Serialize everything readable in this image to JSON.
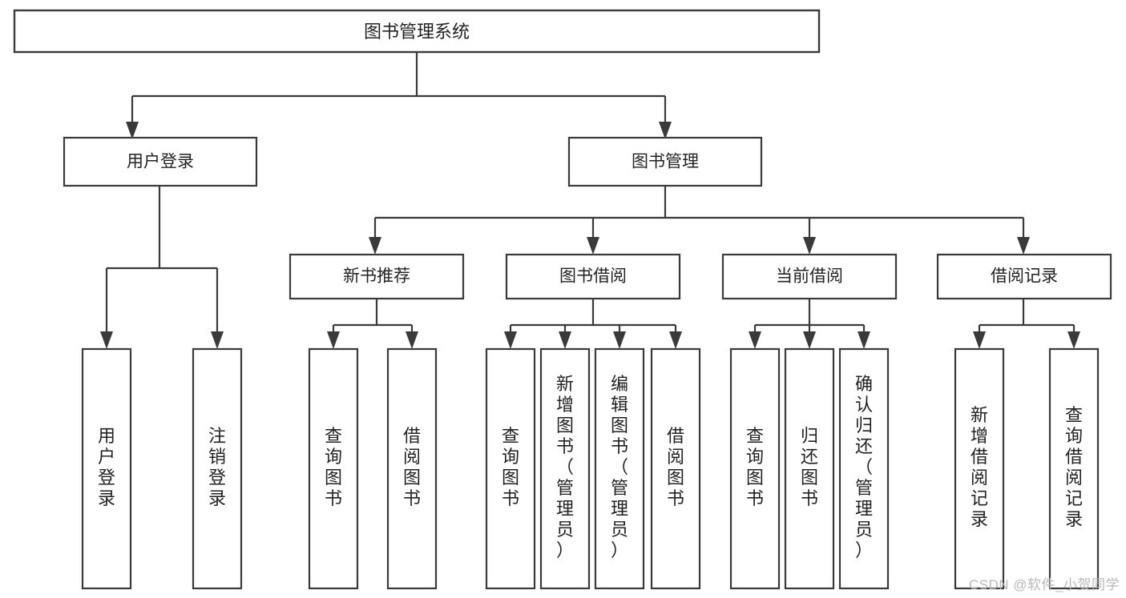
{
  "diagram": {
    "title": "图书管理系统",
    "type": "tree-hierarchy-chart",
    "colors": {
      "box_fill": "#ffffff",
      "box_stroke": "#3a3a3a",
      "text": "#222222",
      "background": "#ffffff",
      "watermark": "#b8b8b8"
    },
    "root": {
      "label": "图书管理系统"
    },
    "level2": [
      {
        "label": "用户登录"
      },
      {
        "label": "图书管理"
      }
    ],
    "level3": [
      {
        "label": "新书推荐"
      },
      {
        "label": "图书借阅"
      },
      {
        "label": "当前借阅"
      },
      {
        "label": "借阅记录"
      }
    ],
    "leaves": {
      "user_login": [
        {
          "label": "用户登录"
        },
        {
          "label": "注销登录"
        }
      ],
      "new_book_recommend": [
        {
          "label": "查询图书"
        },
        {
          "label": "借阅图书"
        }
      ],
      "book_borrow": [
        {
          "label": "查询图书"
        },
        {
          "label": "新增图书（管理员）"
        },
        {
          "label": "编辑图书（管理员）"
        },
        {
          "label": "借阅图书"
        }
      ],
      "current_borrow": [
        {
          "label": "查询图书"
        },
        {
          "label": "归还图书"
        },
        {
          "label": "确认归还（管理员）"
        }
      ],
      "borrow_record": [
        {
          "label": "新增借阅记录"
        },
        {
          "label": "查询借阅记录"
        }
      ]
    },
    "watermark": "CSDN @软件_小贺同学"
  }
}
